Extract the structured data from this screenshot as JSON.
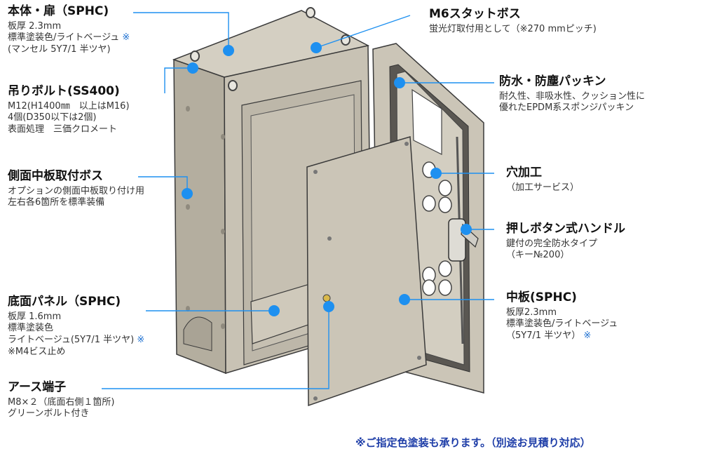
{
  "callouts": {
    "body_door": {
      "title": "本体・扉（SPHC)",
      "lines": [
        "板厚 2.3mm",
        "標準塗装色/ライトベージュ",
        "(マンセル 5Y7/1 半ツヤ)"
      ],
      "mark": "※"
    },
    "lifting_bolt": {
      "title": "吊りボルト(SS400)",
      "lines": [
        "M12(H1400㎜　以上はM16)",
        "4個(D350以下は2個)",
        "表面処理　三価クロメート"
      ]
    },
    "side_boss": {
      "title": "側面中板取付ボス",
      "lines": [
        "オプションの側面中板取り付け用",
        "左右各6箇所を標準装備"
      ]
    },
    "bottom_panel": {
      "title": "底面パネル（SPHC)",
      "lines": [
        "板厚 1.6mm",
        "標準塗装色",
        "ライトベージュ(5Y7/1 半ツヤ)",
        "※M4ビス止め"
      ],
      "mark": "※"
    },
    "earth_terminal": {
      "title": "アース端子",
      "lines": [
        "M8×２（底面右側１箇所)",
        "グリーンボルト付き"
      ]
    },
    "m6_stud": {
      "title": "M6スタットボス",
      "lines": [
        "蛍光灯取付用として（※270 mmピッチ)"
      ]
    },
    "packing": {
      "title": "防水・防塵パッキン",
      "lines": [
        "耐久性、非吸水性、クッション性に",
        "優れたEPDM系スポンジパッキン"
      ]
    },
    "hole": {
      "title": "穴加工",
      "lines": [
        "（加工サービス）"
      ]
    },
    "handle": {
      "title": "押しボタン式ハンドル",
      "lines": [
        "鍵付の完全防水タイプ",
        "（キー№200）"
      ]
    },
    "inner_plate": {
      "title": "中板(SPHC)",
      "lines": [
        "板厚2.3mm",
        "標準塗装色/ライトベージュ",
        "（5Y7/1 半ツヤ）"
      ],
      "mark": "※"
    }
  },
  "footer_note": "※ご指定色塗装も承ります。（別途お見積り対応）",
  "colors": {
    "accent": "#1e90f0",
    "body": "#cbc5b7",
    "side": "#b4ae9f",
    "outline": "#3a3a3a",
    "footer": "#1f3ea8"
  }
}
